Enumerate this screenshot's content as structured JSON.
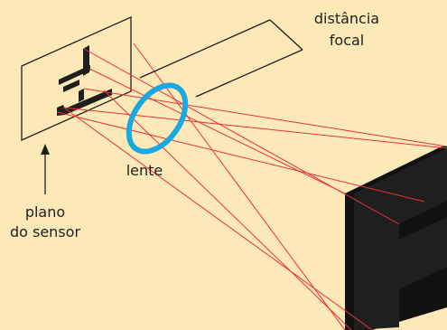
{
  "labels": {
    "focal_line1": "distância",
    "focal_line2": "focal",
    "lens": "lente",
    "sensor_line1": "plano",
    "sensor_line2": "do sensor"
  },
  "colors": {
    "background": "#fde8b8",
    "ray": "#e8323c",
    "lens": "#1aa8e0",
    "ink": "#1f1f1f"
  }
}
